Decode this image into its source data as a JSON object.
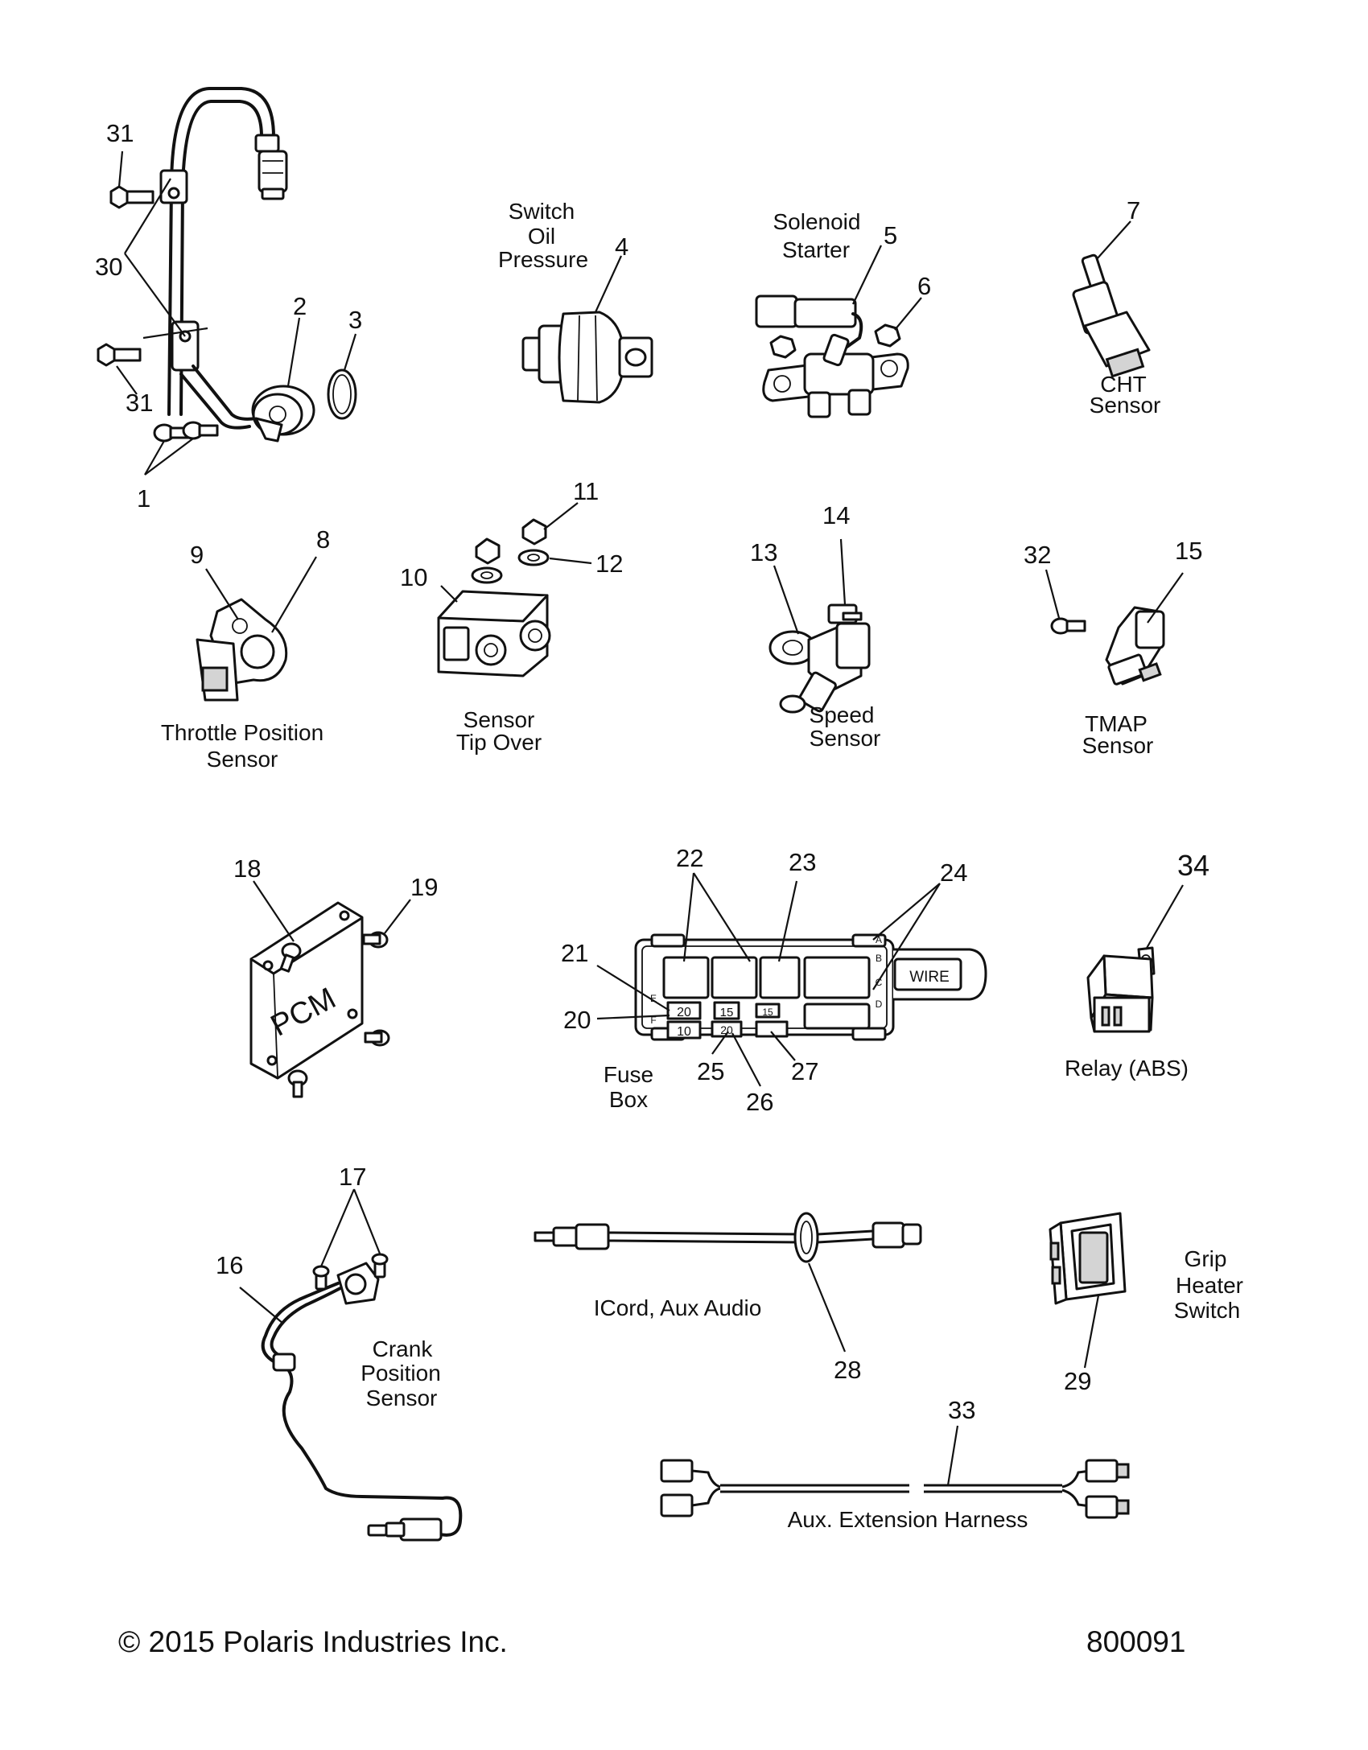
{
  "callouts": {
    "c1": "1",
    "c2": "2",
    "c3": "3",
    "c4": "4",
    "c5": "5",
    "c6": "6",
    "c7": "7",
    "c8": "8",
    "c9": "9",
    "c10": "10",
    "c11": "11",
    "c12": "12",
    "c13": "13",
    "c14": "14",
    "c15": "15",
    "c16": "16",
    "c17": "17",
    "c18": "18",
    "c19": "19",
    "c20": "20",
    "c21": "21",
    "c22": "22",
    "c23": "23",
    "c24": "24",
    "c25": "25",
    "c26": "26",
    "c27": "27",
    "c28": "28",
    "c29": "29",
    "c30": "30",
    "c31a": "31",
    "c31b": "31",
    "c32": "32",
    "c33": "33",
    "c34": "34"
  },
  "labels": {
    "oil_switch": [
      "Switch",
      "Oil",
      "Pressure"
    ],
    "starter_solenoid": [
      "Solenoid",
      "Starter"
    ],
    "cht_sensor": [
      "CHT",
      "Sensor"
    ],
    "throttle_sensor": [
      "Throttle Position",
      "Sensor"
    ],
    "tip_over_sensor": [
      "Sensor",
      "Tip Over"
    ],
    "speed_sensor": [
      "Speed",
      "Sensor"
    ],
    "tmap_sensor": [
      "TMAP",
      "Sensor"
    ],
    "fuse_box": [
      "Fuse",
      "Box"
    ],
    "relay": "Relay (ABS)",
    "crank_sensor": [
      "Crank",
      "Position",
      "Sensor"
    ],
    "aux_audio": "ICord, Aux Audio",
    "grip_heater": [
      "Grip",
      "Heater",
      "Switch"
    ],
    "aux_harness": "Aux. Extension Harness"
  },
  "part_markings": {
    "pcm": "PCM",
    "wire_tag": "WIRE",
    "fuse_20_top": "20",
    "fuse_15": "15",
    "fuse_15_small": "15",
    "fuse_10": "10",
    "fuse_20_bottom": "20",
    "row_a": "A",
    "row_b": "B",
    "row_c": "C",
    "row_d": "D",
    "row_e": "E",
    "row_f": "F"
  },
  "footer": {
    "copyright": "© 2015 Polaris Industries Inc.",
    "diagram_number": "800091"
  }
}
